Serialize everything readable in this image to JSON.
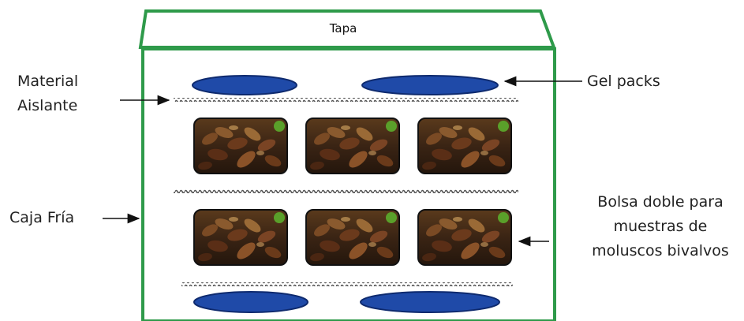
{
  "labels": {
    "lid": "Tapa",
    "insulation": [
      "Material",
      "Aislante"
    ],
    "gel_packs": "Gel packs",
    "cold_box": "Caja Fría",
    "sample_bag": [
      "Bolsa doble para",
      "muestras de",
      "moluscos bivalvos"
    ]
  },
  "colors": {
    "box_border": "#2e9a4a",
    "gel_pack": "#1f4aa8",
    "gel_pack_edge": "#0e2a6e",
    "insulation": "#555555",
    "arrow": "#111111"
  },
  "icons": {
    "sample_photo": "bivalve-molluscs-photo"
  }
}
